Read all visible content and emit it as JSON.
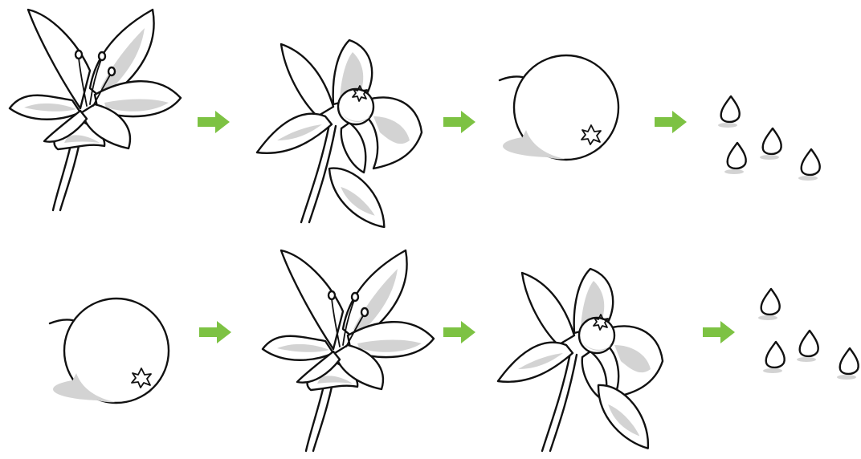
{
  "colors": {
    "arrow": "#7dc243",
    "ink": "#111111",
    "shade": "#d3d3d3",
    "background": "#ffffff"
  },
  "rows": [
    {
      "stages": [
        "flower",
        "flower-with-ovary-petal-falling",
        "fruit",
        "seeds"
      ],
      "arrows": 3
    },
    {
      "stages": [
        "fruit",
        "flower",
        "flower-with-ovary-petal-falling",
        "seeds"
      ],
      "arrows": 3
    }
  ],
  "icons": {
    "flower": "lily-flower-icon",
    "wilting": "wilting-flower-icon",
    "fruit": "fruit-icon",
    "seeds": "seeds-icon",
    "arrow": "green-arrow-icon"
  }
}
